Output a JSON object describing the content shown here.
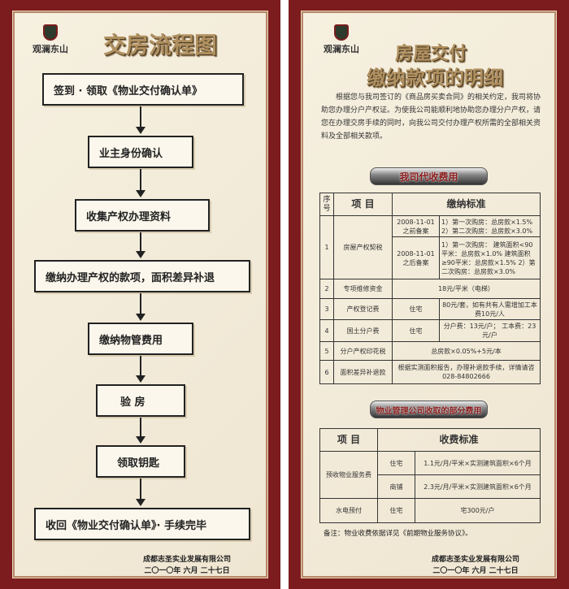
{
  "logo": "观澜东山",
  "left": {
    "title": "交房流程图",
    "steps": [
      "签到 · 领取《物业交付确认单》",
      "业主身份确认",
      "收集产权办理资料",
      "缴纳办理产权的款项，面积差异补退",
      "缴纳物管费用",
      "验  房",
      "领取钥匙",
      "收回《物业交付确认单》· 手续完毕"
    ]
  },
  "right": {
    "title1": "房屋交付",
    "title2": "缴纳款项的明细",
    "intro": "根据您与我司签订的《商品房买卖合同》的相关约定，我司将协助您办理分户产权证。为使我公司能顺利地协助您办理分户产权，请您在办理交房手续的同时，向我公司交付办理产权所需的全部相关资料及全部相关款项。",
    "banner1": "我司代收费用",
    "t1": {
      "h_no": "序号",
      "h_item": "项  目",
      "h_std": "缴纳标准",
      "r1": {
        "no": "1",
        "item": "房屋产权契税",
        "a_when": "2008-11-01 之前备案",
        "a_std": "1）第一次购房：总房款×1.5%  2）第二次购房：总房款×3.0%",
        "b_when": "2008-11-01 之后备案",
        "b_std": "1）第一次购房： 建筑面积<90平米：总房款×1.0% 建筑面积≥90平米：总房款×1.5% 2）第二次购房：总房款×3.0%"
      },
      "r2": {
        "no": "2",
        "item": "专项维修资金",
        "std": "18元/平米（电梯）"
      },
      "r3": {
        "no": "3",
        "item": "产权登记费",
        "type": "住宅",
        "std": "80元/套，如有共有人需增加工本费10元/人"
      },
      "r4": {
        "no": "4",
        "item": "国土分户费",
        "type": "住宅",
        "std": "分户费：13元/户； 工本费：23元/户"
      },
      "r5": {
        "no": "5",
        "item": "分户产权印花税",
        "std": "总房款×0.05%+5元/本"
      },
      "r6": {
        "no": "6",
        "item": "面积差异补退款",
        "std": "根据实测面积报告，办理补退款手续，详情请咨028-84802666"
      }
    },
    "banner2": "物业管理公司收取的部分费用",
    "t2": {
      "h_item": "项  目",
      "h_std": "收费标准",
      "r1_item": "预收物业服务费",
      "r1a_type": "住宅",
      "r1a_std": "1.1元/月/平米×实测建筑面积×6个月",
      "r1b_type": "商铺",
      "r1b_std": "2.3元/月/平米×实测建筑面积×6个月",
      "r2_item": "水电预付",
      "r2_type": "住宅",
      "r2_std": "宅300元/户"
    },
    "note": "备注：物业收费依据详见《前期物业服务协议》。"
  },
  "footer": {
    "company": "成都志圣实业发展有限公司",
    "date": "二〇一〇年 六月 二十七日"
  }
}
